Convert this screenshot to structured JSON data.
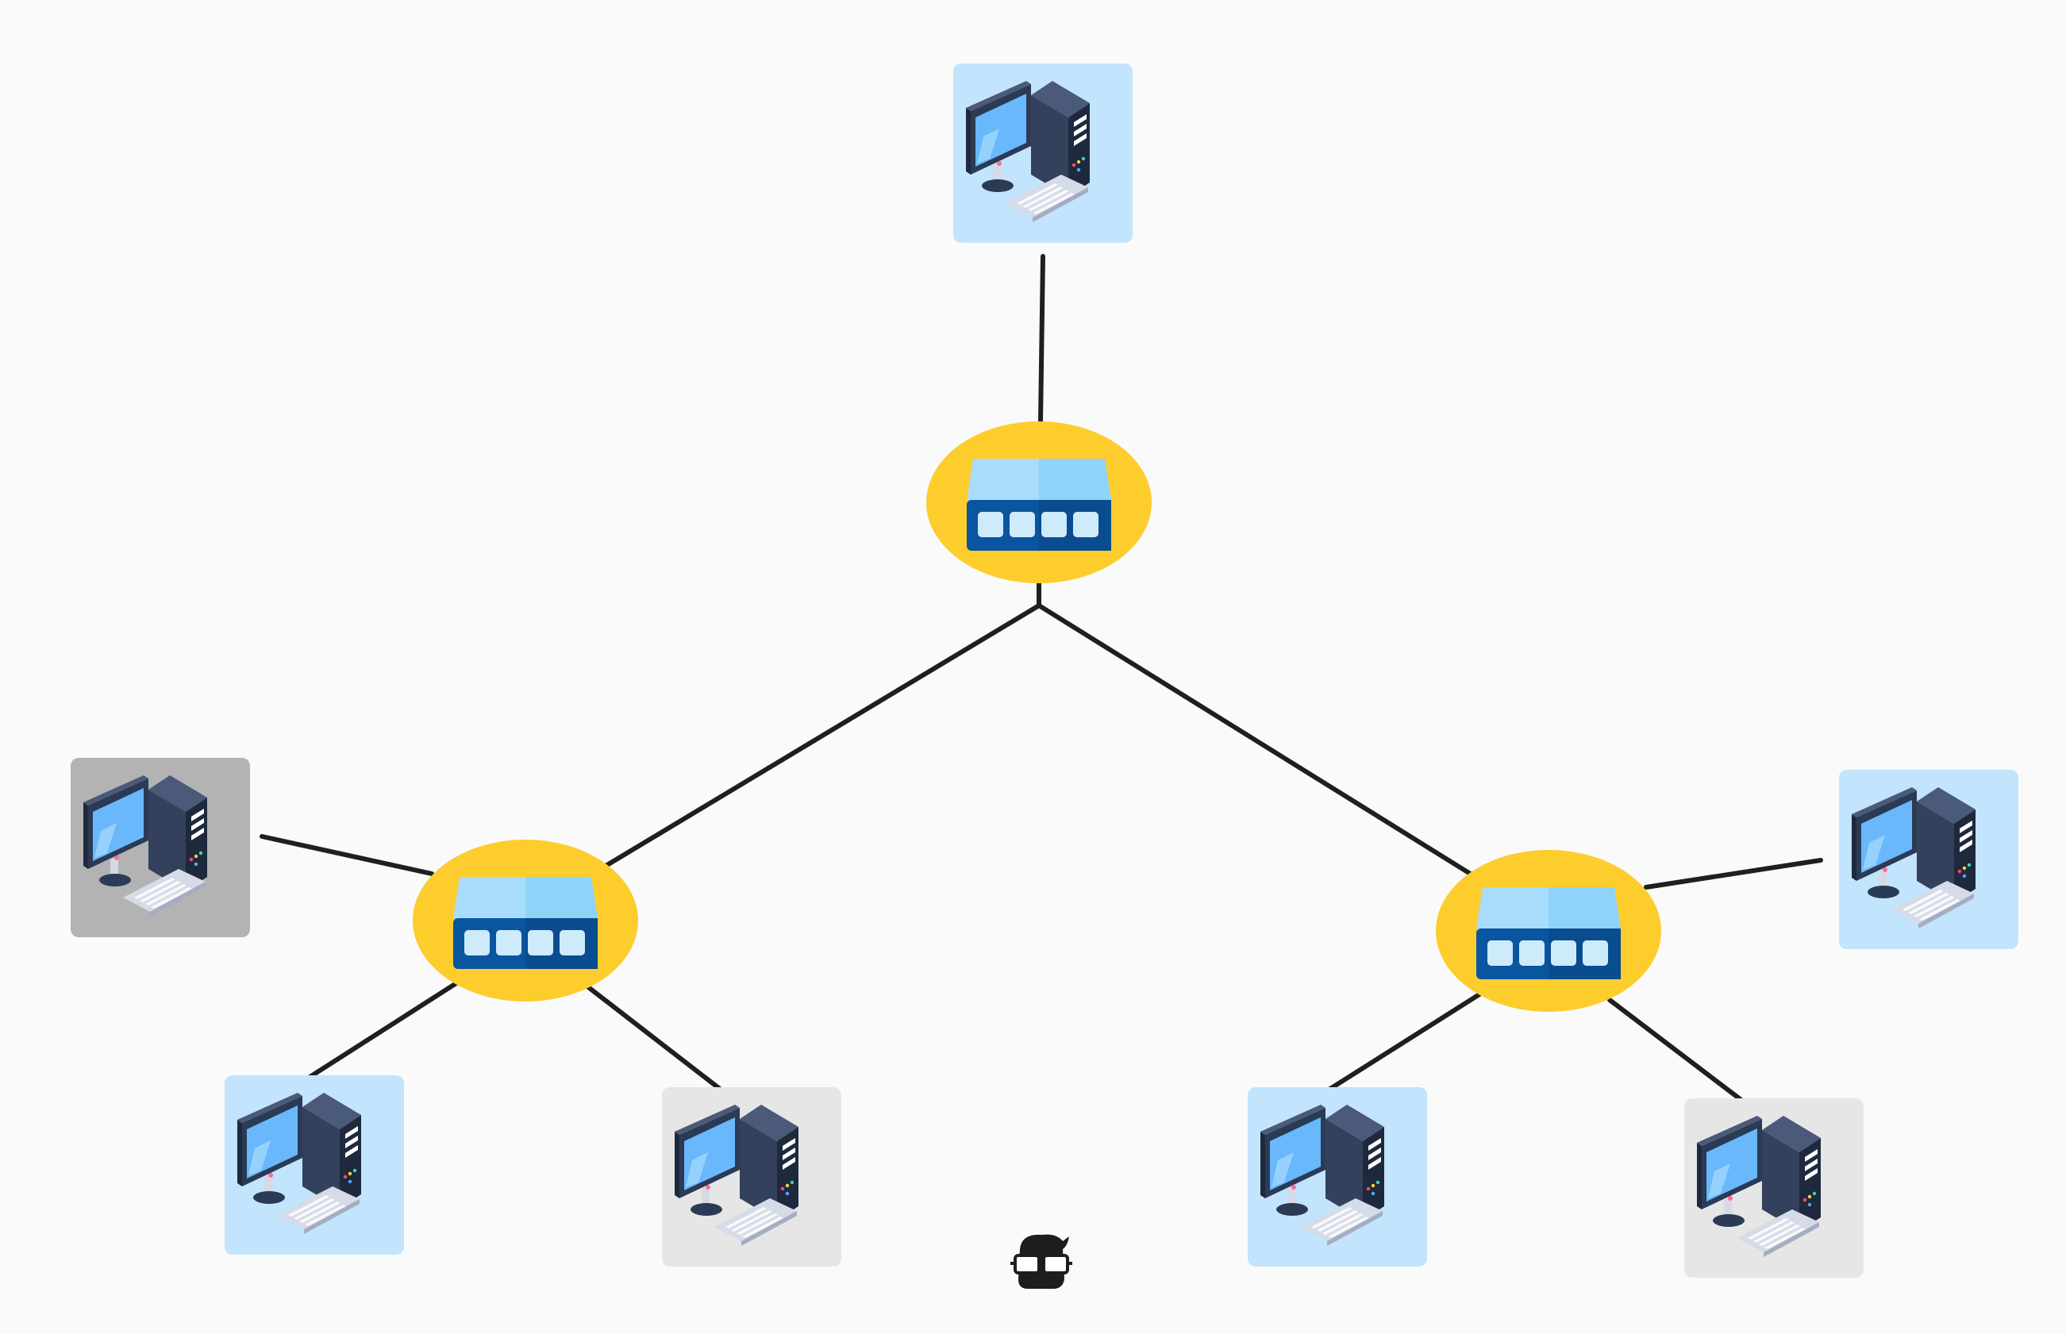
{
  "diagram": {
    "type": "tree-network-topology",
    "colors": {
      "background": "#fafafa",
      "link": "#1f1f1f",
      "hub_fill": "#fdcd2d",
      "switch_top": "#8fd3f9",
      "switch_body": "#0a55a0",
      "switch_port": "#cdebfb",
      "tile_active": "#c2e4fc",
      "tile_light_gray": "#e6e6e6",
      "tile_dark_gray": "#b3b3b3",
      "monitor_frame": "#2b3a55",
      "monitor_screen": "#69b8fb",
      "tower": "#2c3850",
      "keyboard": "#d6dbe8"
    },
    "nodes": [
      {
        "id": "hub-root",
        "kind": "switch",
        "icon": "network-switch-icon"
      },
      {
        "id": "hub-left",
        "kind": "switch",
        "icon": "network-switch-icon"
      },
      {
        "id": "hub-right",
        "kind": "switch",
        "icon": "network-switch-icon"
      },
      {
        "id": "pc-top",
        "kind": "computer",
        "icon": "desktop-computer-icon",
        "tile": "tile_active"
      },
      {
        "id": "pc-left-outer",
        "kind": "computer",
        "icon": "desktop-computer-icon",
        "tile": "tile_dark_gray"
      },
      {
        "id": "pc-left-bottom",
        "kind": "computer",
        "icon": "desktop-computer-icon",
        "tile": "tile_active"
      },
      {
        "id": "pc-left-center",
        "kind": "computer",
        "icon": "desktop-computer-icon",
        "tile": "tile_light_gray"
      },
      {
        "id": "pc-right-center",
        "kind": "computer",
        "icon": "desktop-computer-icon",
        "tile": "tile_active"
      },
      {
        "id": "pc-right-bottom",
        "kind": "computer",
        "icon": "desktop-computer-icon",
        "tile": "tile_light_gray"
      },
      {
        "id": "pc-right-outer",
        "kind": "computer",
        "icon": "desktop-computer-icon",
        "tile": "tile_active"
      }
    ],
    "links": [
      {
        "from": "pc-top",
        "to": "hub-root"
      },
      {
        "from": "hub-root",
        "to": "hub-left"
      },
      {
        "from": "hub-root",
        "to": "hub-right"
      },
      {
        "from": "hub-left",
        "to": "pc-left-outer"
      },
      {
        "from": "hub-left",
        "to": "pc-left-bottom"
      },
      {
        "from": "hub-left",
        "to": "pc-left-center"
      },
      {
        "from": "hub-right",
        "to": "pc-right-center"
      },
      {
        "from": "hub-right",
        "to": "pc-right-bottom"
      },
      {
        "from": "hub-right",
        "to": "pc-right-outer"
      }
    ],
    "watermark": {
      "icon": "nerd-glasses-logo-icon"
    }
  }
}
